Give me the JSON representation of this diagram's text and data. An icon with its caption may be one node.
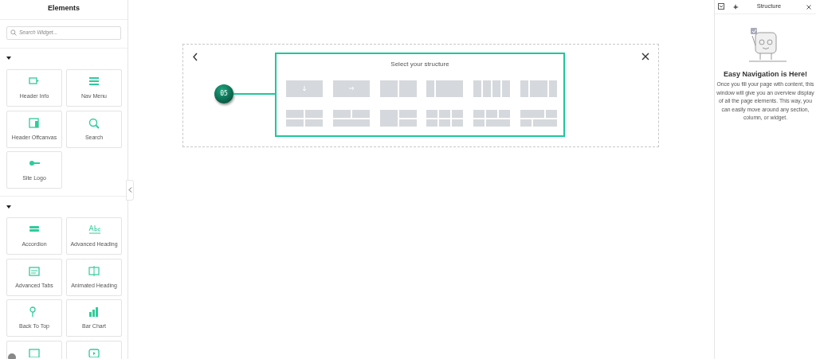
{
  "diagram": {
    "nodes": [
      {
        "text": [
          "05"
        ]
      },
      {
        "text": [
          "Select your structure"
        ]
      }
    ],
    "edges": [
      {
        "from": 0,
        "to": 1,
        "arrow": "none"
      }
    ],
    "labels": [
      "Elements",
      "Search Widget...",
      "Header Info",
      "Nav Menu",
      "Header Offcanvas",
      "Search",
      "Site Logo",
      "Accordion",
      "Advanced Heading",
      "Advanced Tabs",
      "Animated Heading",
      "Back To Top",
      "Bar Chart",
      "Structure",
      "Easy Navigation is Here!",
      "Once you fill your page with content, this window will give you an overview display of all the page elements. This way, you can easily move around any section, column, or widget."
    ]
  }
}
